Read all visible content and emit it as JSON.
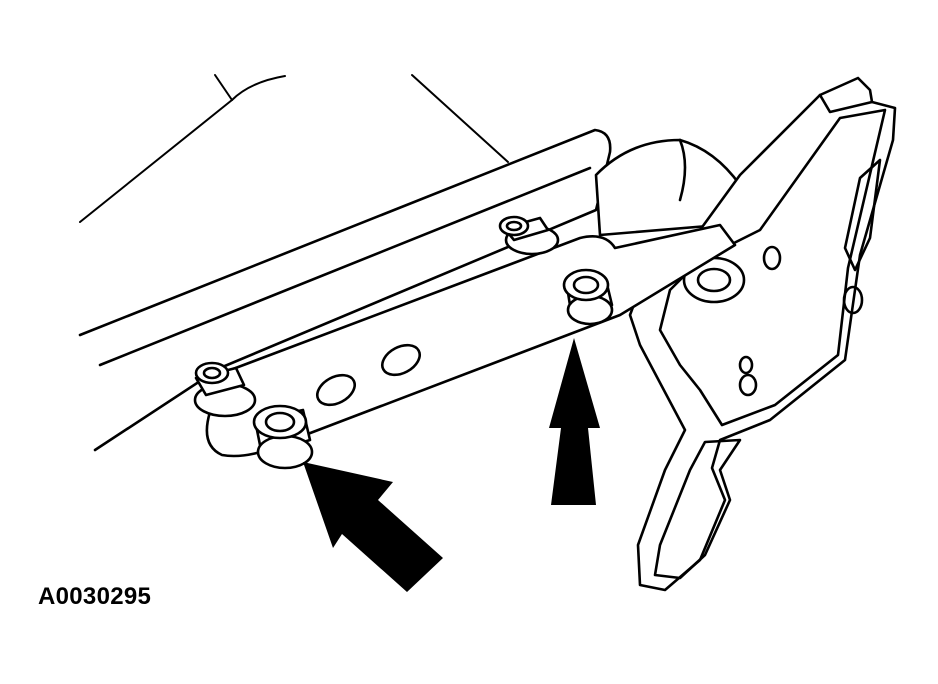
{
  "figure": {
    "id_label": "A0030295"
  },
  "colors": {
    "ink": "#000000",
    "paper": "#ffffff"
  },
  "callouts": [
    {
      "name": "arrow-to-front-bushing",
      "icon": "solid-arrow"
    },
    {
      "name": "arrow-to-upper-bushing",
      "icon": "solid-arrow"
    }
  ]
}
